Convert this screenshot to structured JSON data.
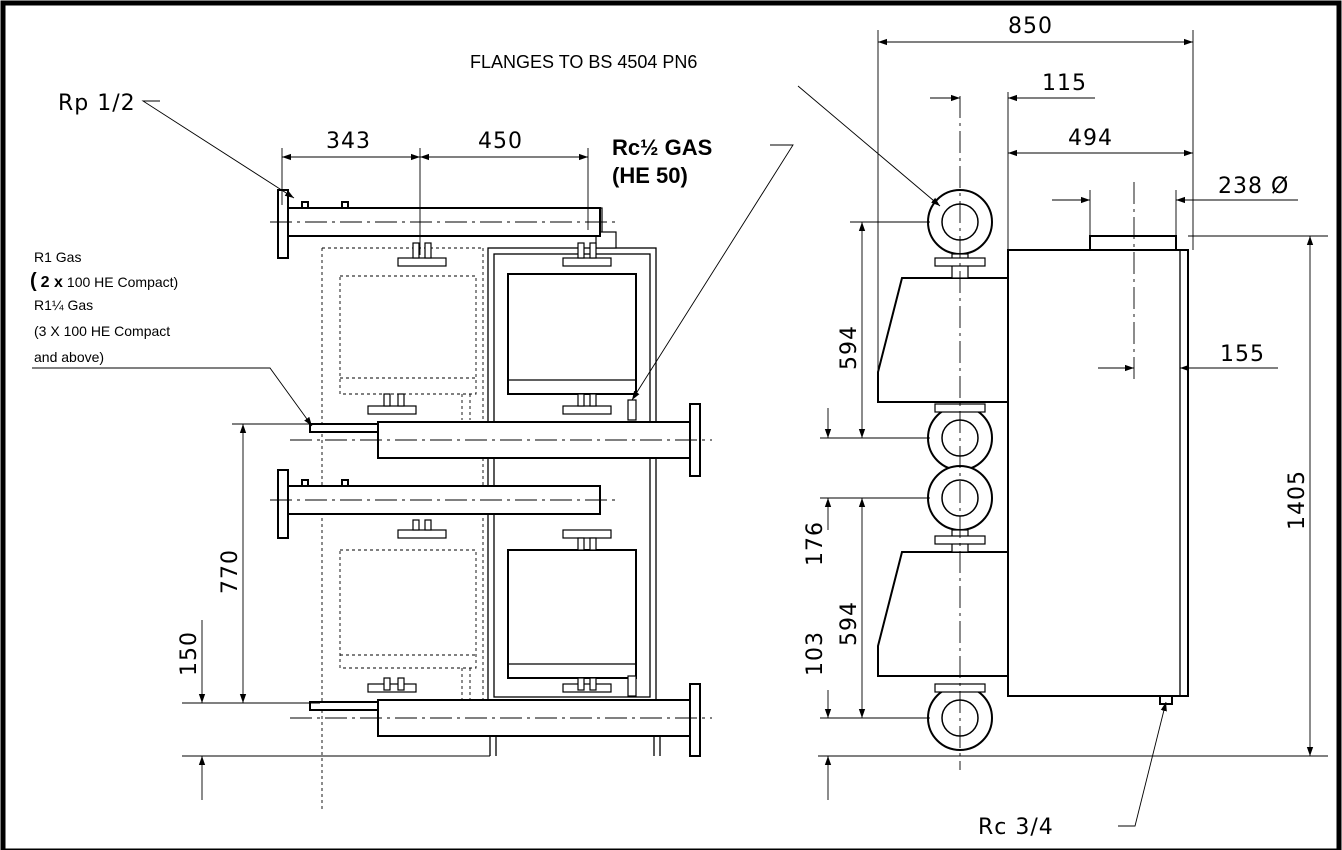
{
  "labels": {
    "rp_half": "Rp 1/2",
    "flanges": "FLANGES TO BS 4504 PN6",
    "rc_half_gas_1": "Rc½ GAS",
    "rc_half_gas_2": "(HE 50)",
    "r1_gas_1": "R1 Gas",
    "r1_gas_2_paren": "(",
    "r1_gas_2_bold": "2 x",
    "r1_gas_2_rest": "100 HE Compact)",
    "r1q_gas": "R1¼ Gas",
    "r1q_gas_2": "(3 X 100 HE Compact",
    "r1q_gas_3": "and above)",
    "rc_three_quarter": "Rc 3/4"
  },
  "dimensions": {
    "d343": "343",
    "d450": "450",
    "d770": "770",
    "d150": "150",
    "d850": "850",
    "d115": "115",
    "d494": "494",
    "d238": "238 Ø",
    "d155": "155",
    "d594_top": "594",
    "d1405": "1405",
    "d176": "176",
    "d594_bottom": "594",
    "d103": "103"
  }
}
